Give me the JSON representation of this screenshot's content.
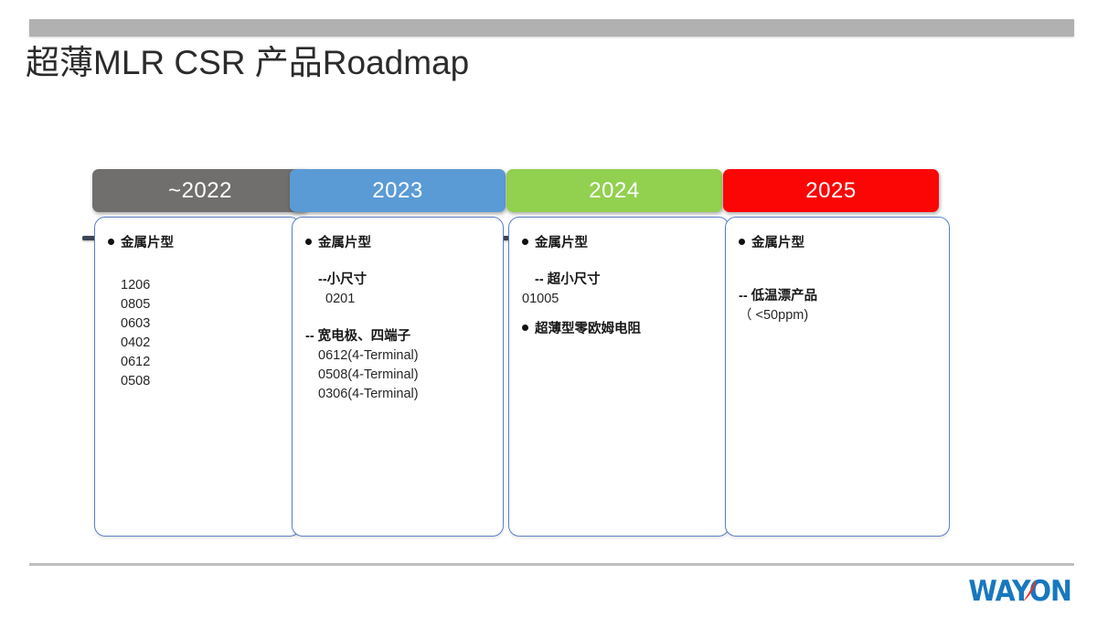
{
  "slide": {
    "title": "超薄MLR CSR 产品Roadmap"
  },
  "timeline": {
    "markers": [
      {
        "label": "~2022",
        "color": "#706F6E"
      },
      {
        "label": "2023",
        "color": "#5B9BD5"
      },
      {
        "label": "2024",
        "color": "#92D050"
      },
      {
        "label": "2025",
        "color": "#FC0505"
      }
    ]
  },
  "columns": [
    {
      "header": "~2022",
      "header_color": "#706F6E",
      "bullet1": "金属片型",
      "sizes": [
        "1206",
        "0805",
        "0603",
        "0402",
        "0612",
        "0508"
      ]
    },
    {
      "header": "2023",
      "header_color": "#5B9BD5",
      "bullet1": "金属片型",
      "sub1": "--小尺寸",
      "sub1_items": [
        "0201"
      ],
      "sub2": "-- 宽电极、四端子",
      "sub2_items": [
        "0612(4-Terminal)",
        "0508(4-Terminal)",
        "0306(4-Terminal)"
      ]
    },
    {
      "header": "2024",
      "header_color": "#92D050",
      "bullet1": "金属片型",
      "sub1": "-- 超小尺寸",
      "sub1_items": [
        "01005"
      ],
      "bullet2": "超薄型零欧姆电阻"
    },
    {
      "header": "2025",
      "header_color": "#FC0505",
      "bullet1": "金属片型",
      "sub1": "-- 低温漂产品",
      "sub1_items": [
        "（ <50ppm)"
      ]
    }
  ],
  "footer": {
    "logo_text": "WAYON",
    "logo_color": "#1878BE",
    "swoosh_color": "#E8312A"
  }
}
